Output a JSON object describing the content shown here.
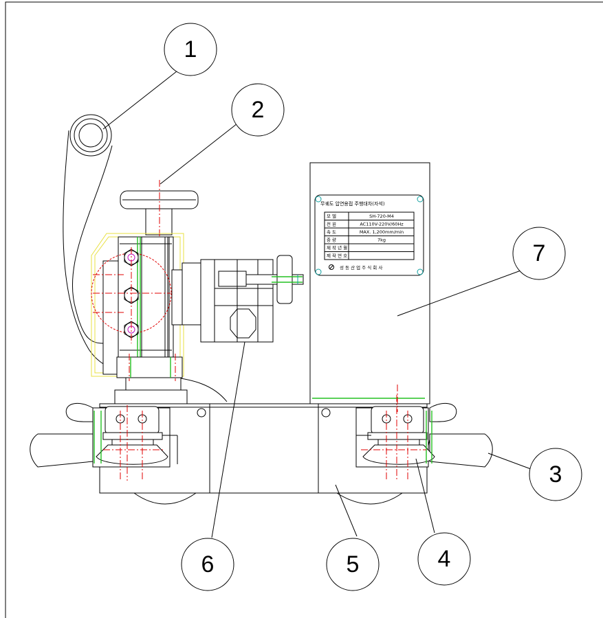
{
  "callouts": [
    {
      "label": "1"
    },
    {
      "label": "2"
    },
    {
      "label": "3"
    },
    {
      "label": "4"
    },
    {
      "label": "5"
    },
    {
      "label": "6"
    },
    {
      "label": "7"
    }
  ],
  "nameplate": {
    "title": "무궤도 압연용접 주행대차(자석)",
    "rows": [
      {
        "key": "모    델",
        "value": "SH-720-M4"
      },
      {
        "key": "전    원",
        "value": "AC110V-220V/60Hz"
      },
      {
        "key": "속    도",
        "value": "MAX. 1,200mm/min"
      },
      {
        "key": "중    량",
        "value": "7kg"
      },
      {
        "key": "제 작 년 월",
        "value": ""
      },
      {
        "key": "제 작 번 호",
        "value": ""
      }
    ],
    "maker": "성 동 산 업 주 식 회 사"
  }
}
